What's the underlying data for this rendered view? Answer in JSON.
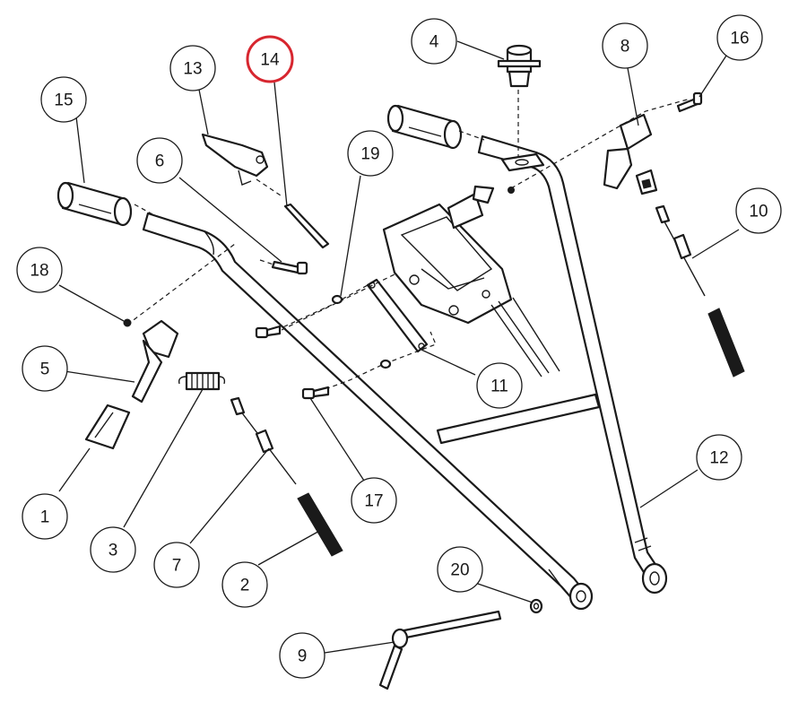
{
  "callouts": {
    "c1": "1",
    "c2": "2",
    "c3": "3",
    "c4": "4",
    "c5": "5",
    "c6": "6",
    "c7": "7",
    "c8": "8",
    "c9": "9",
    "c10": "10",
    "c11": "11",
    "c12": "12",
    "c13": "13",
    "c14": "14",
    "c15": "15",
    "c16": "16",
    "c17": "17",
    "c18": "18",
    "c19": "19",
    "c20": "20"
  },
  "highlighted_callout": "14",
  "colors": {
    "line": "#1a1a1a",
    "highlight": "#d7262f",
    "background": "#ffffff"
  }
}
